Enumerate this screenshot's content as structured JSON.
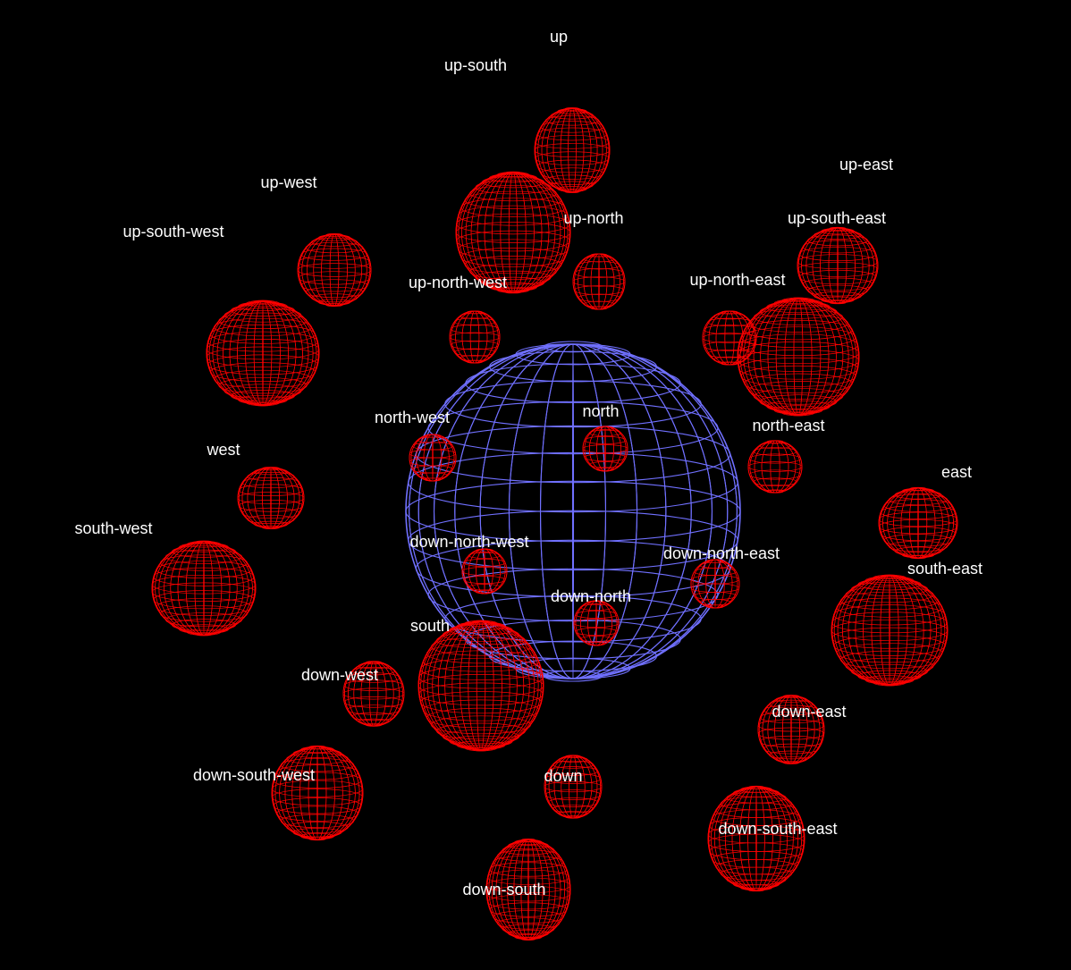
{
  "scene": {
    "background_color": "#000000",
    "center_sphere": {
      "name": "center-sphere",
      "color": "#7070ff",
      "style": "wireframe"
    },
    "marker_color": "#ff0000",
    "label_color": "#ffffff",
    "markers": [
      {
        "id": "up",
        "label": "up"
      },
      {
        "id": "up-south",
        "label": "up-south"
      },
      {
        "id": "up-east",
        "label": "up-east"
      },
      {
        "id": "up-west",
        "label": "up-west"
      },
      {
        "id": "up-south-east",
        "label": "up-south-east"
      },
      {
        "id": "up-north",
        "label": "up-north"
      },
      {
        "id": "up-south-west",
        "label": "up-south-west"
      },
      {
        "id": "up-north-east",
        "label": "up-north-east"
      },
      {
        "id": "up-north-west",
        "label": "up-north-west"
      },
      {
        "id": "north-east",
        "label": "north-east"
      },
      {
        "id": "north",
        "label": "north"
      },
      {
        "id": "north-west",
        "label": "north-west"
      },
      {
        "id": "west",
        "label": "west"
      },
      {
        "id": "east",
        "label": "east"
      },
      {
        "id": "south-west",
        "label": "south-west"
      },
      {
        "id": "down-north-west",
        "label": "down-north-west"
      },
      {
        "id": "down-north-east",
        "label": "down-north-east"
      },
      {
        "id": "south-east",
        "label": "south-east"
      },
      {
        "id": "down-north",
        "label": "down-north"
      },
      {
        "id": "south",
        "label": "south"
      },
      {
        "id": "down-west",
        "label": "down-west"
      },
      {
        "id": "down-east",
        "label": "down-east"
      },
      {
        "id": "down-south-west",
        "label": "down-south-west"
      },
      {
        "id": "down",
        "label": "down"
      },
      {
        "id": "down-south-east",
        "label": "down-south-east"
      },
      {
        "id": "down-south",
        "label": "down-south"
      }
    ]
  }
}
